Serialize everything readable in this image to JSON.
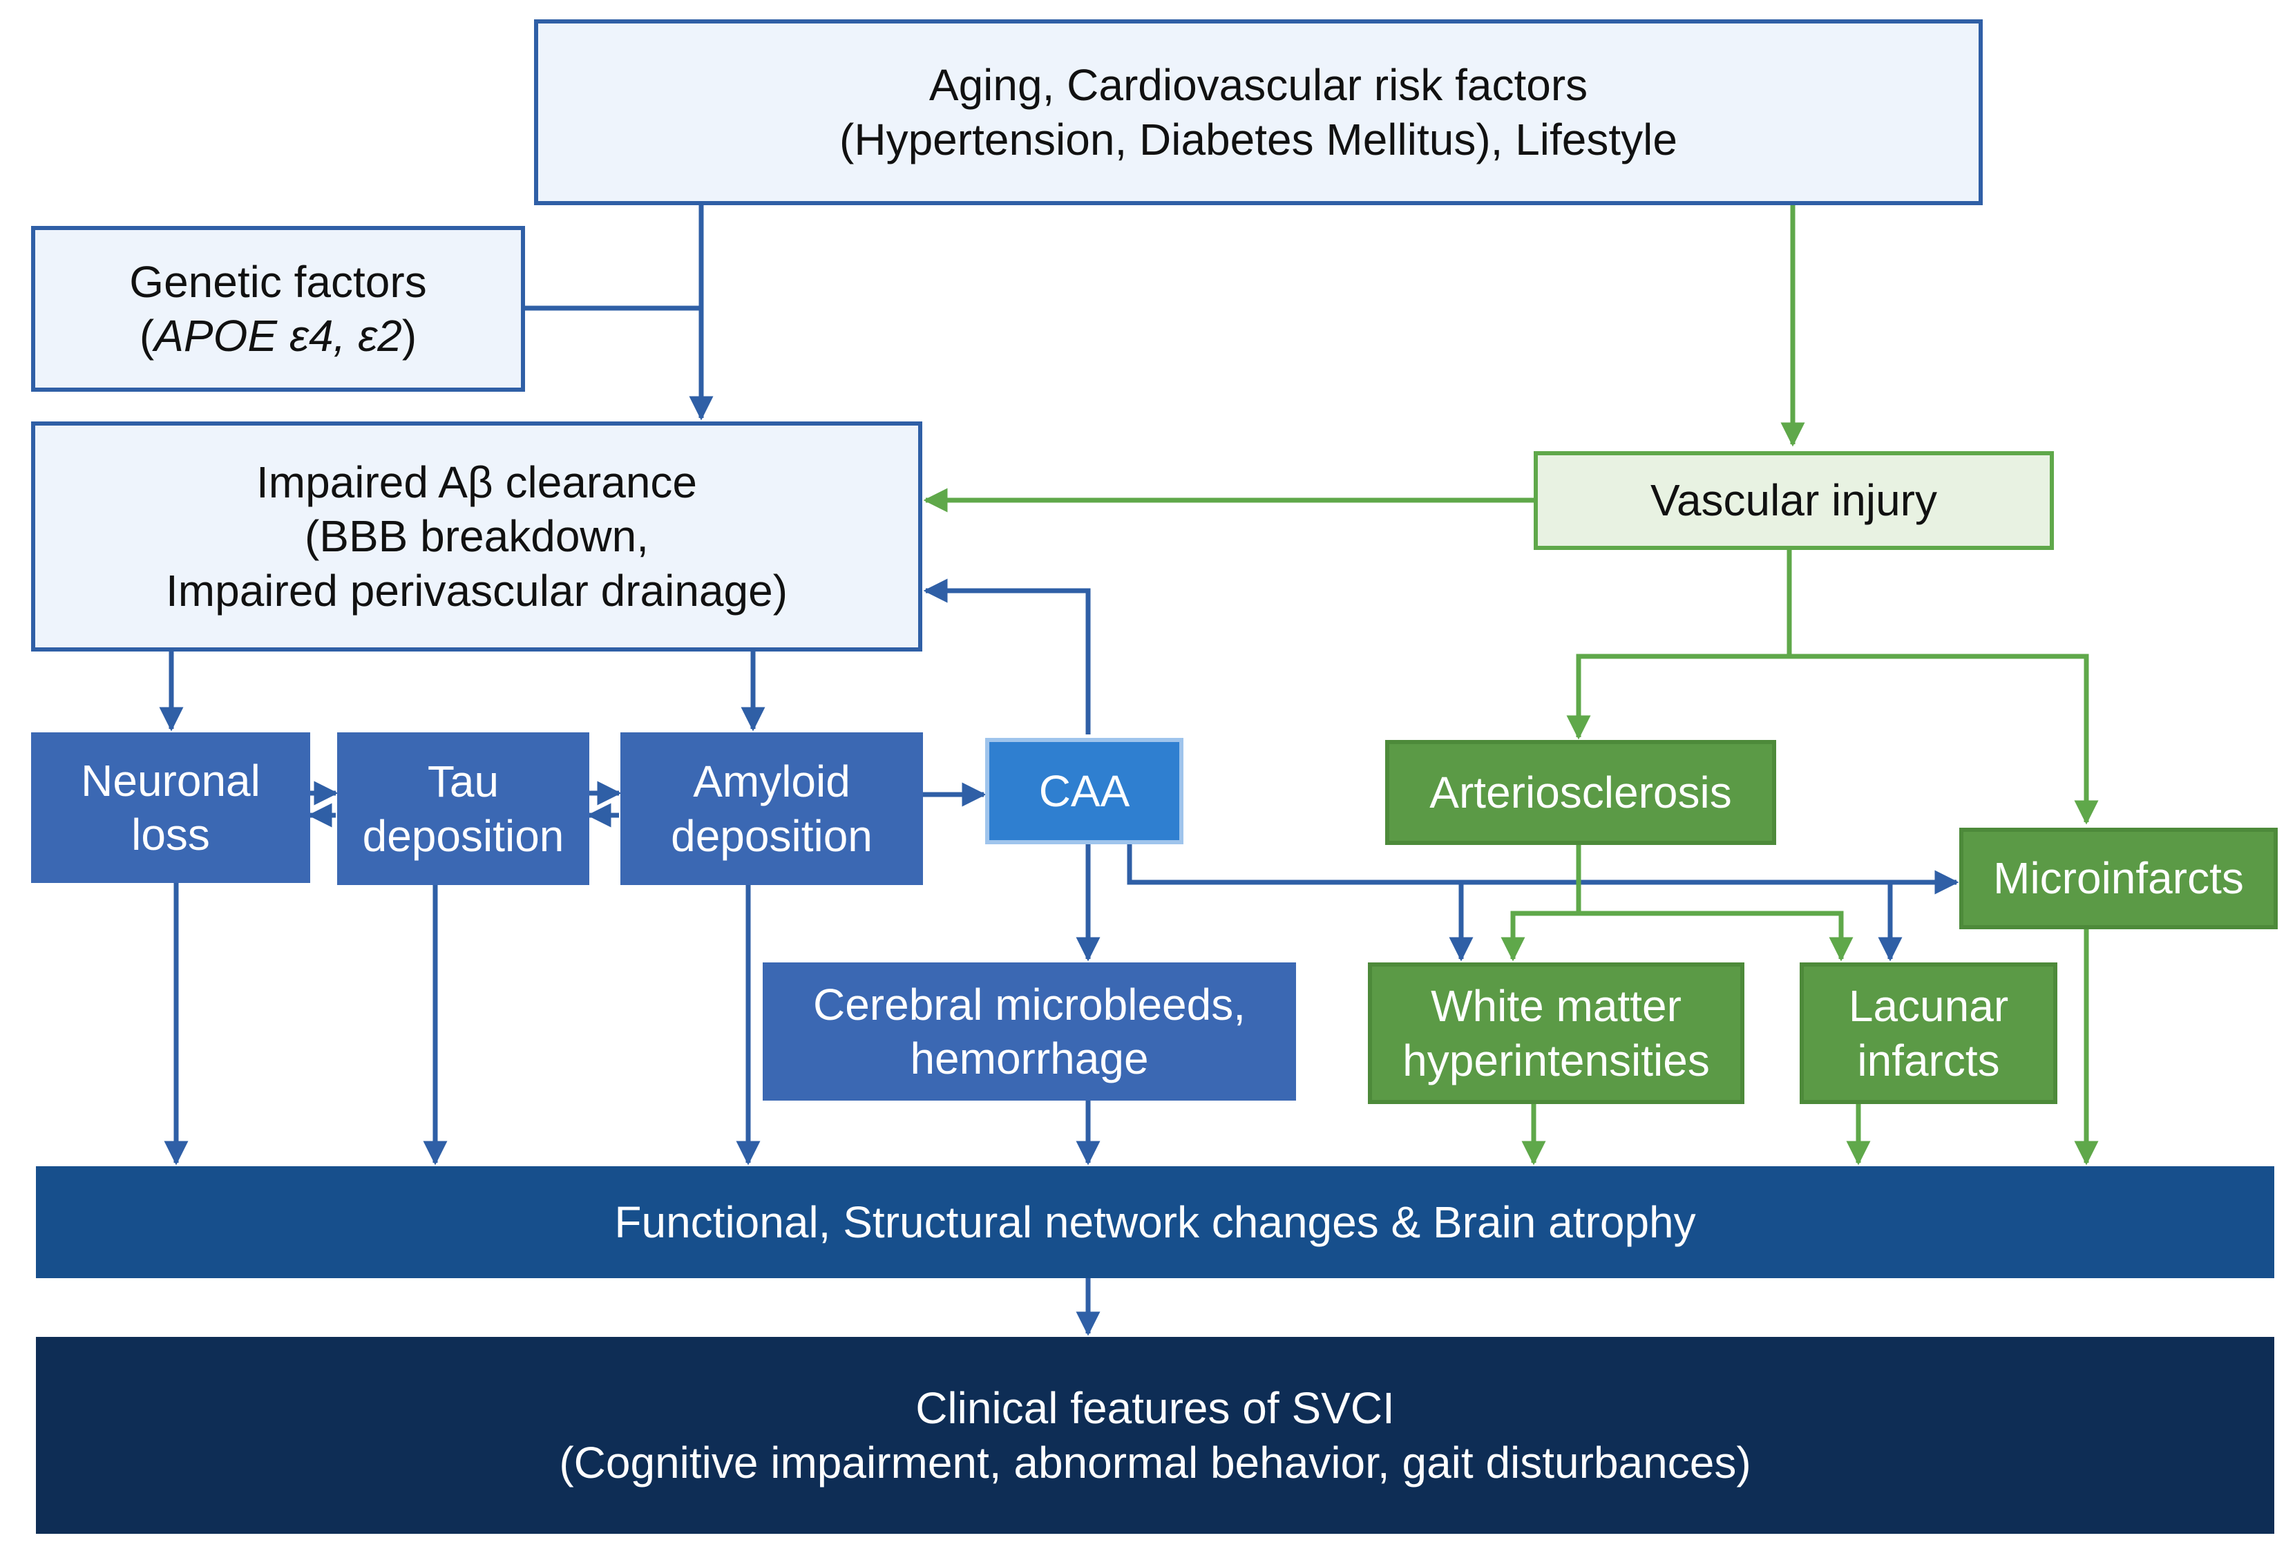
{
  "nodes": {
    "risk_factors": {
      "line1": "Aging, Cardiovascular risk factors",
      "line2": "(Hypertension, Diabetes Mellitus),  Lifestyle"
    },
    "genetic": {
      "line1": "Genetic factors",
      "open": "(",
      "line2_italic": "APOE ε4, ε2",
      "close": ")"
    },
    "clearance": {
      "line1": "Impaired Aβ clearance",
      "line2": "(BBB breakdown,",
      "line3": "Impaired perivascular drainage)"
    },
    "vascular_injury": {
      "label": "Vascular injury"
    },
    "neuronal_loss": {
      "line1": "Neuronal",
      "line2": "loss"
    },
    "tau": {
      "line1": "Tau",
      "line2": "deposition"
    },
    "amyloid": {
      "line1": "Amyloid",
      "line2": "deposition"
    },
    "caa": {
      "label": "CAA"
    },
    "arteriosclerosis": {
      "label": "Arteriosclerosis"
    },
    "microinfarcts": {
      "label": "Microinfarcts"
    },
    "microbleeds": {
      "line1": "Cerebral microbleeds,",
      "line2": "hemorrhage"
    },
    "wmh": {
      "line1": "White matter",
      "line2": "hyperintensities"
    },
    "lacunar": {
      "line1": "Lacunar",
      "line2": "infarcts"
    },
    "network": {
      "label": "Functional, Structural network changes & Brain atrophy"
    },
    "clinical": {
      "line1": "Clinical features of SVCI",
      "line2": "(Cognitive impairment, abnormal behavior, gait disturbances)"
    }
  },
  "colors": {
    "blue_arrow": "#2f5fa6",
    "green_arrow": "#5fa84a",
    "light_blue_fill": "#eef4fc",
    "blue_fill": "#3b68b3",
    "caa_fill": "#2f7fd0",
    "light_green_fill": "#e8f2e2",
    "green_fill": "#5b9a46",
    "navy_fill": "#174f8c",
    "dark_navy_fill": "#0e2d55"
  }
}
